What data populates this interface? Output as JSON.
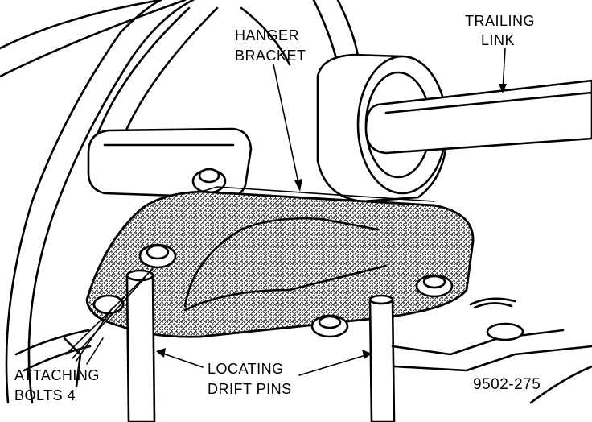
{
  "labels": {
    "trailing_link": [
      "TRAILING",
      "LINK"
    ],
    "hanger_bracket": [
      "HANGER",
      "BRACKET"
    ],
    "attaching_bolts": [
      "ATTACHING",
      "BOLTS 4"
    ],
    "locating_pins": [
      "LOCATING",
      "DRIFT PINS"
    ]
  },
  "figure_number": "9502-275",
  "colors": {
    "ink": "#000000",
    "paper": "#ffffff"
  }
}
